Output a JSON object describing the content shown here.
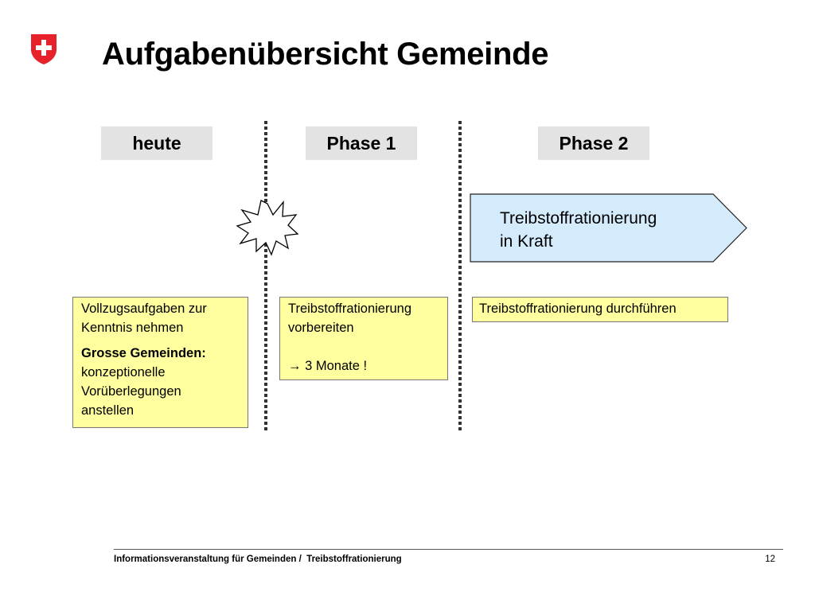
{
  "slide": {
    "title": "Aufgabenübersicht Gemeinde",
    "phases": {
      "heute": "heute",
      "phase1": "Phase 1",
      "phase2": "Phase 2"
    },
    "arrow": {
      "line1": "Treibstoffrationierung",
      "line2": "in Kraft"
    },
    "notes": {
      "heute": {
        "line1": "Vollzugsaufgaben zur",
        "line2": "Kenntnis nehmen",
        "bold_label": "Grosse Gemeinden:",
        "line3": "konzeptionelle",
        "line4": "Vorüberlegungen",
        "line5": "anstellen"
      },
      "phase1": {
        "line1": "Treibstoffrationierung",
        "line2": "vorbereiten",
        "arrow_symbol": "→",
        "duration": " 3 Monate !"
      },
      "phase2": {
        "line1": "Treibstoffrationierung durchführen"
      }
    },
    "footer": {
      "text": "Informationsveranstaltung für Gemeinden /  Treibstoffrationierung",
      "page": "12"
    }
  },
  "colors": {
    "flag_red": "#e8222b",
    "phase_label_bg": "#e3e3e3",
    "arrow_fill": "#d4ebfb",
    "note_fill": "#ffffa0"
  },
  "icons": {
    "logo": "swiss-cross-shield-icon",
    "event": "explosion-starburst-icon"
  }
}
